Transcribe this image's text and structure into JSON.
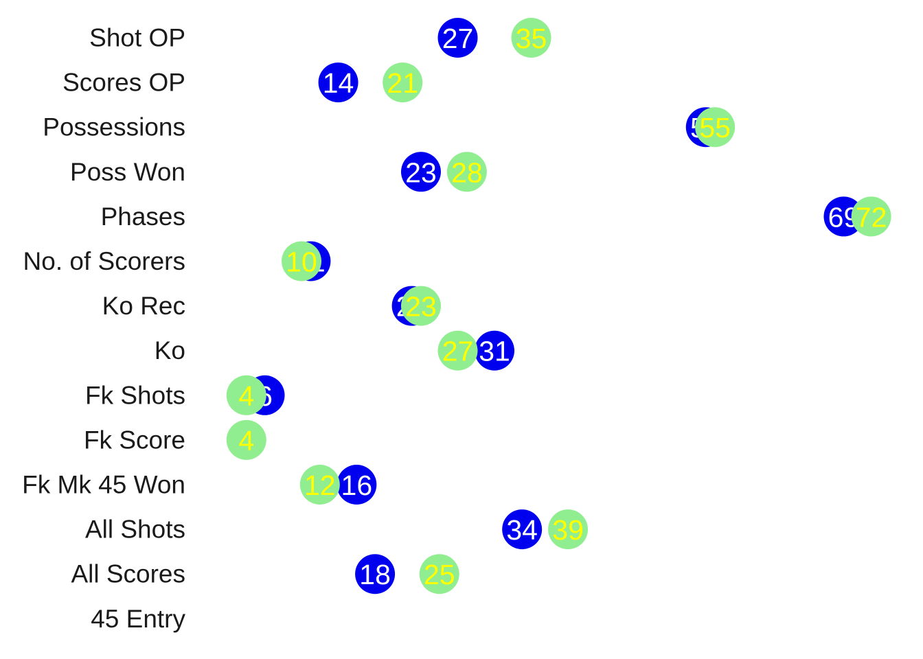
{
  "chart_data": {
    "type": "scatter",
    "categories": [
      "Shot OP",
      "Scores OP",
      "Possessions",
      "Poss  Won",
      "Phases",
      "No. of Scorers",
      "Ko Rec",
      "Ko",
      "Fk Shots",
      "Fk Score",
      "Fk Mk 45 Won",
      "All Shots",
      "All Scores",
      "45 Entry"
    ],
    "series": [
      {
        "color": "#0000ee",
        "text_color": "#ffffff",
        "values": [
          27,
          14,
          54,
          23,
          69,
          11,
          22,
          31,
          6,
          null,
          16,
          34,
          18,
          null
        ]
      },
      {
        "color": "#90ee90",
        "text_color": "#ffff00",
        "values": [
          35,
          21,
          55,
          28,
          72,
          10,
          23,
          27,
          4,
          4,
          12,
          39,
          25,
          null
        ]
      }
    ],
    "xlim": [
      2,
      73
    ],
    "grid": false,
    "legend": "none"
  }
}
